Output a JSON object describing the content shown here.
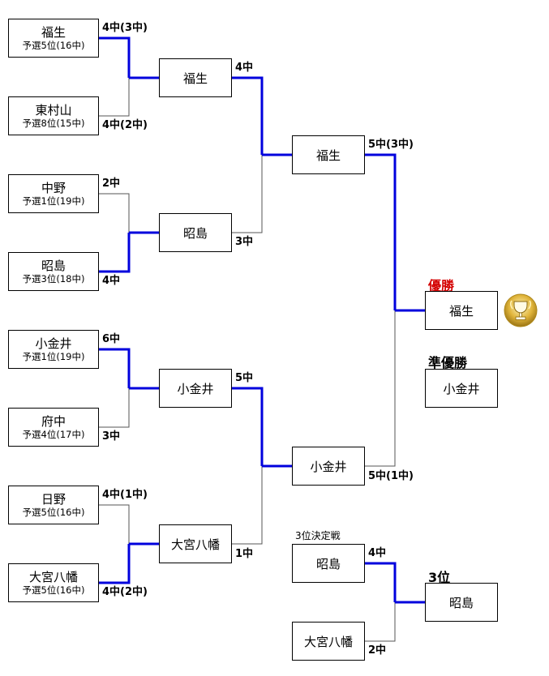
{
  "r1": [
    {
      "name": "福生",
      "seed": "予選5位(16中)",
      "score": "4中(3中)"
    },
    {
      "name": "東村山",
      "seed": "予選8位(15中)",
      "score": "4中(2中)"
    },
    {
      "name": "中野",
      "seed": "予選1位(19中)",
      "score": "2中"
    },
    {
      "name": "昭島",
      "seed": "予選3位(18中)",
      "score": "4中"
    },
    {
      "name": "小金井",
      "seed": "予選1位(19中)",
      "score": "6中"
    },
    {
      "name": "府中",
      "seed": "予選4位(17中)",
      "score": "3中"
    },
    {
      "name": "日野",
      "seed": "予選5位(16中)",
      "score": "4中(1中)"
    },
    {
      "name": "大宮八幡",
      "seed": "予選5位(16中)",
      "score": "4中(2中)"
    }
  ],
  "r2": [
    {
      "name": "福生",
      "score": "4中"
    },
    {
      "name": "昭島",
      "score": "3中"
    },
    {
      "name": "小金井",
      "score": "5中"
    },
    {
      "name": "大宮八幡",
      "score": "1中"
    }
  ],
  "r3": [
    {
      "name": "福生",
      "score": "5中(3中)"
    },
    {
      "name": "小金井",
      "score": "5中(1中)"
    }
  ],
  "final": {
    "champion_label": "優勝",
    "champion": "福生",
    "runner_up_label": "準優勝",
    "runner_up": "小金井"
  },
  "third_place": {
    "title": "3位決定戦",
    "teams": [
      {
        "name": "昭島",
        "score": "4中"
      },
      {
        "name": "大宮八幡",
        "score": "2中"
      }
    ],
    "label": "3位",
    "winner": "昭島"
  },
  "icons": {
    "trophy": "trophy-icon"
  },
  "colors": {
    "winner_line": "#0000dd",
    "loser_line": "#555555",
    "champion_label": "#d40000"
  }
}
